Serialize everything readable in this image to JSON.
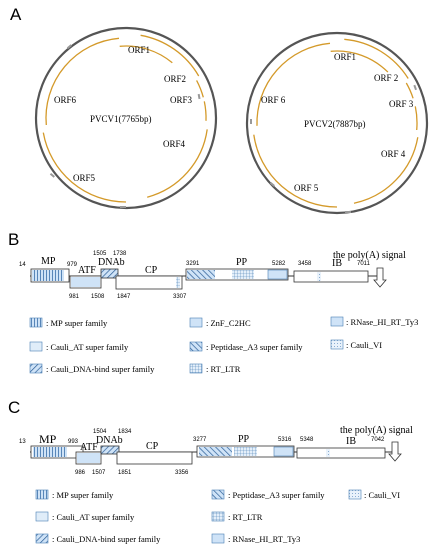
{
  "panel_a": {
    "label": "A",
    "plasmid1": {
      "name": "PVCV1(7765bp)",
      "orfs": [
        "ORF1",
        "ORF2",
        "ORF3",
        "ORF4",
        "ORF5",
        "ORF6"
      ]
    },
    "plasmid2": {
      "name": "PVCV2(7887bp)",
      "orfs": [
        "ORF1",
        "ORF 2",
        "ORF 3",
        "ORF 4",
        "ORF 5",
        "ORF 6"
      ]
    }
  },
  "panel_b": {
    "label": "B",
    "signal": "the poly(A) signal",
    "labels": {
      "mp": "MP",
      "atf": "ATF",
      "dnab": "DNAb",
      "cp": "CP",
      "pp": "PP",
      "ib": "IB"
    },
    "numbers": {
      "n14": "14",
      "n979": "979",
      "n1505": "1505",
      "n1738": "1738",
      "n981": "981",
      "n1508": "1508",
      "n1847": "1847",
      "n3307": "3307",
      "n3291": "3291",
      "n5282": "5282",
      "n3458": "3458",
      "n7011": "7011"
    },
    "legend": [
      ": MP super family",
      ": ZnF_C2HC",
      ": RNase_HI_RT_Ty3",
      ": Cauli_AT super family",
      ": Peptidase_A3 super family",
      ": Cauli_VI",
      ": Cauli_DNA-bind super family",
      ": RT_LTR"
    ]
  },
  "panel_c": {
    "label": "C",
    "signal": "the poly(A) signal",
    "labels": {
      "mp": "MP",
      "atf": "ATF",
      "dnab": "DNAb",
      "cp": "CP",
      "pp": "PP",
      "ib": "IB"
    },
    "numbers": {
      "n13": "13",
      "n993": "993",
      "n1504": "1504",
      "n1834": "1834",
      "n986": "986",
      "n1507": "1507",
      "n1851": "1851",
      "n3356": "3356",
      "n3277": "3277",
      "n5316": "5316",
      "n5348": "5348",
      "n7042": "7042"
    },
    "legend": [
      ": MP super family",
      ": Peptidase_A3 super family",
      ": Cauli_VI",
      ": Cauli_AT super family",
      ": RT_LTR",
      ": Cauli_DNA-bind super family",
      ": RNase_HI_RT_Ty3"
    ]
  },
  "colors": {
    "orf_arc": "#d49a2a",
    "domain_fill": "#cfe3f7",
    "domain_stroke": "#4a7fb5"
  }
}
